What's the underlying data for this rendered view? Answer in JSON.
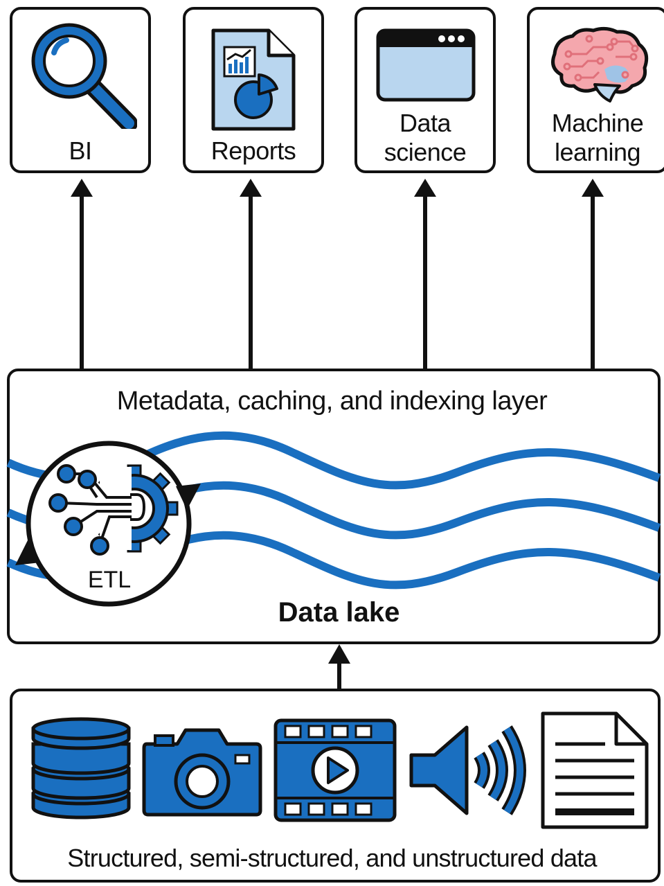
{
  "consumers": [
    {
      "label": "BI",
      "icon": "magnifier-icon"
    },
    {
      "label": "Reports",
      "icon": "report-document-icon"
    },
    {
      "label_line1": "Data",
      "label_line2": "science",
      "icon": "browser-window-icon"
    },
    {
      "label_line1": "Machine",
      "label_line2": "learning",
      "icon": "brain-icon"
    }
  ],
  "lake": {
    "layer_title": "Metadata, caching, and indexing layer",
    "name": "Data lake",
    "etl_label": "ETL"
  },
  "sources": {
    "caption": "Structured, semi-structured, and unstructured data",
    "icons": [
      "database-icon",
      "camera-icon",
      "video-film-icon",
      "audio-speaker-icon",
      "text-document-icon"
    ]
  },
  "colors": {
    "accent_blue": "#1a6fc0",
    "light_blue": "#b9d6ef",
    "brain_pink": "#f4a7ad",
    "outline": "#111111"
  }
}
